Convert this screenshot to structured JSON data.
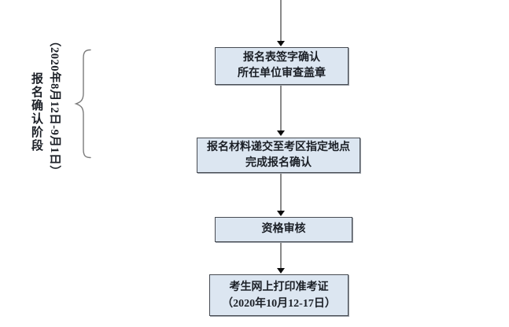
{
  "diagram": {
    "stage_label": {
      "date_range": "（2020年8月12日-9月1日）",
      "stage_name": "报名确认阶段"
    },
    "steps": [
      {
        "line1": "报名表签字确认",
        "line2": "所在单位审查盖章"
      },
      {
        "line1": "报名材料递交至考区指定地点",
        "line2": "完成报名确认"
      },
      {
        "line1": "资格审核"
      },
      {
        "line1": "考生网上打印准考证",
        "line2": "（2020年10月12-17日）"
      }
    ],
    "colors": {
      "box_fill": "#dce6f1",
      "box_border": "#474b52",
      "box_shadow": "#9aa0a8",
      "connector_line": "#8a8a8a",
      "arrowhead": "#0d0d0d",
      "text": "#1b1f26",
      "brace": "#7a7a7a",
      "background": "#ffffff"
    }
  }
}
